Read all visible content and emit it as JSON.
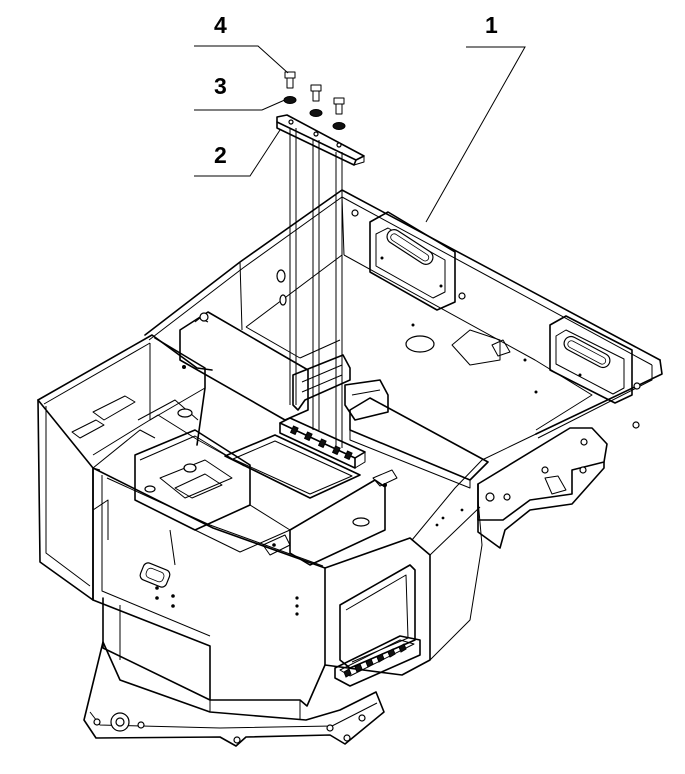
{
  "callouts": [
    {
      "id": "bolt",
      "label": "4"
    },
    {
      "id": "washer",
      "label": "3"
    },
    {
      "id": "bracket",
      "label": "2"
    },
    {
      "id": "frame",
      "label": "1"
    }
  ]
}
